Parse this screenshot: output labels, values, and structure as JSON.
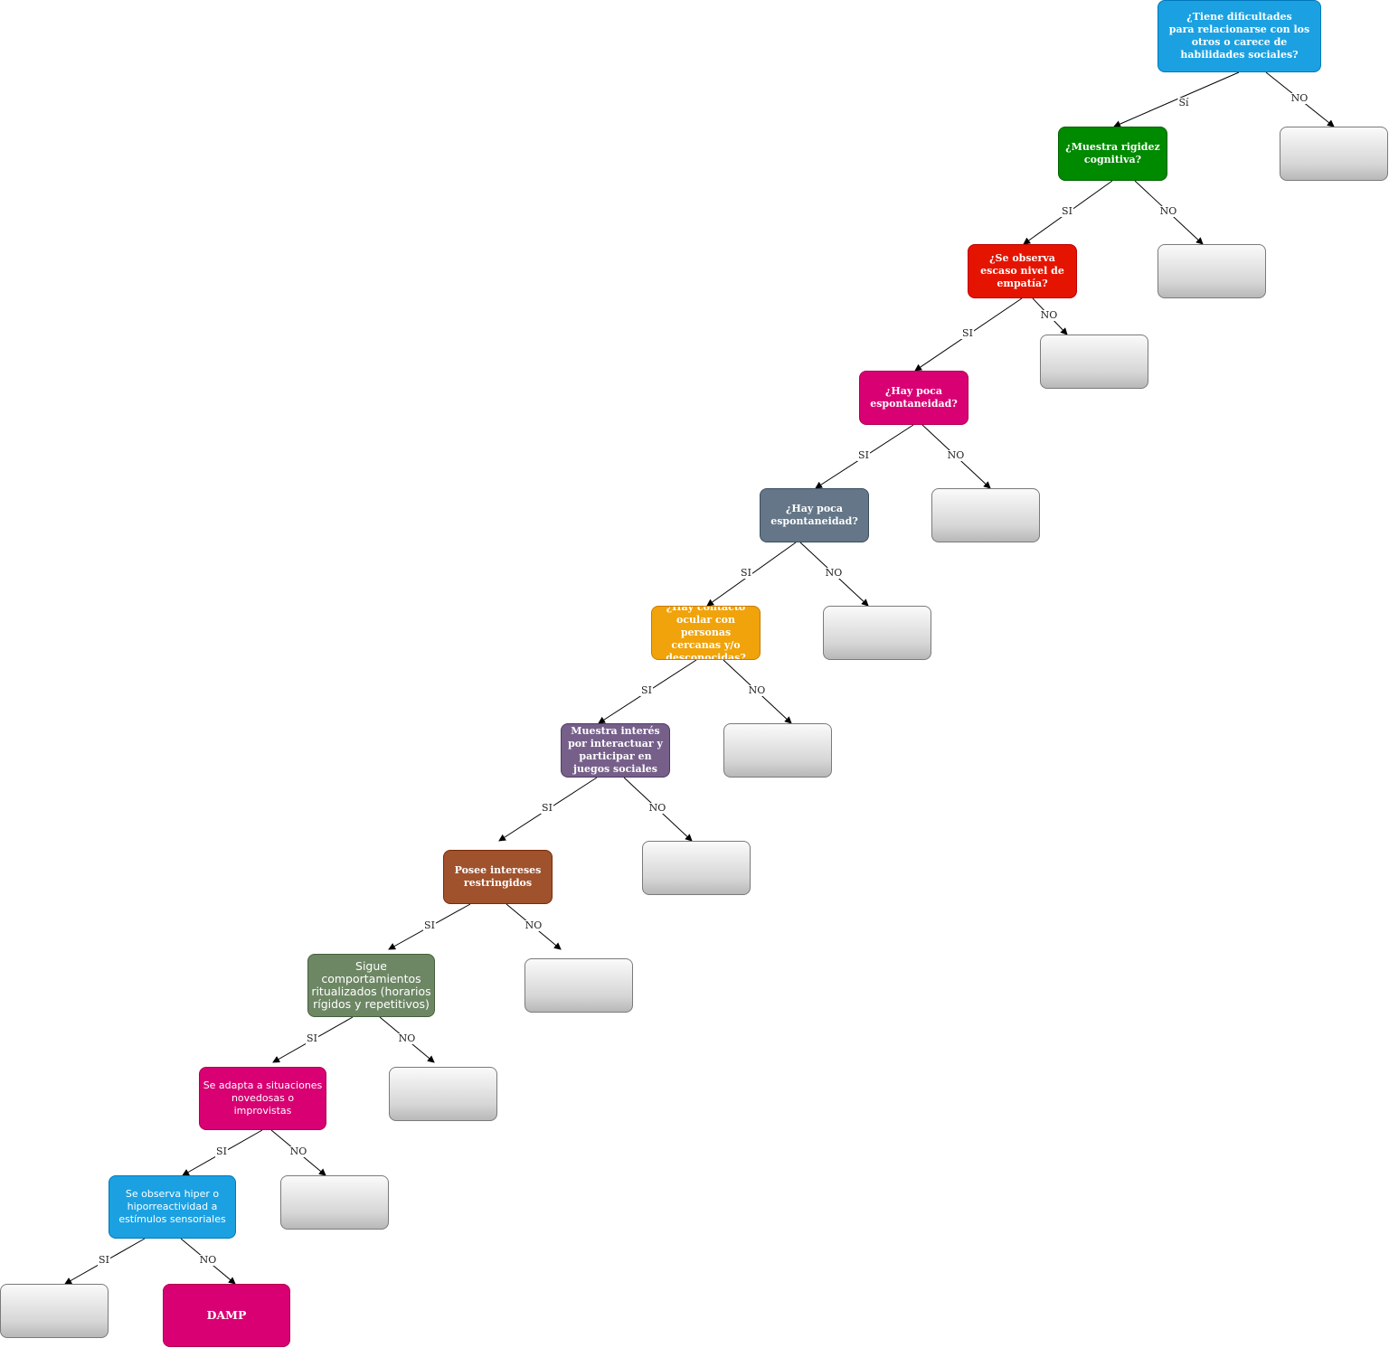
{
  "nodes": [
    {
      "id": "q1",
      "text": "¿Tiene dificultades\npara relacionarse con los otros o carece de habilidades sociales?",
      "color": "#1ba1e2"
    },
    {
      "id": "q2",
      "text": "¿Muestra rigidez cognitiva?",
      "color": "#008a00"
    },
    {
      "id": "q3",
      "text": "¿Se observa escaso nivel de empatía?",
      "color": "#e51400"
    },
    {
      "id": "q4",
      "text": "¿Hay poca espontaneidad?",
      "color": "#d80073"
    },
    {
      "id": "q5",
      "text": "¿Hay poca espontaneidad?",
      "color": "#647687"
    },
    {
      "id": "q6",
      "text": "¿Hay contacto ocular con\npersonas cercanas y/o desconocidas?",
      "color": "#f0a30a"
    },
    {
      "id": "q7",
      "text": "Muestra interés por interactuar y participar en juegos sociales",
      "color": "#76608a"
    },
    {
      "id": "q8",
      "text": "Posee intereses restringidos",
      "color": "#a0522d"
    },
    {
      "id": "q9",
      "text": "Sigue comportamientos ritualizados (horarios rígidos y repetitivos)",
      "color": "#6d8764"
    },
    {
      "id": "q10",
      "text": "Se adapta a situaciones novedosas o improvistas",
      "color": "#d80073"
    },
    {
      "id": "q11",
      "text": "Se observa hiper o hiporreactividad a estímulos sensoriales",
      "color": "#1ba1e2"
    },
    {
      "id": "damp",
      "text": "DAMP",
      "color": "#d80073"
    }
  ],
  "edges": {
    "yes_label": "SI",
    "yes_label_first": "Sí",
    "no_label": "NO"
  }
}
